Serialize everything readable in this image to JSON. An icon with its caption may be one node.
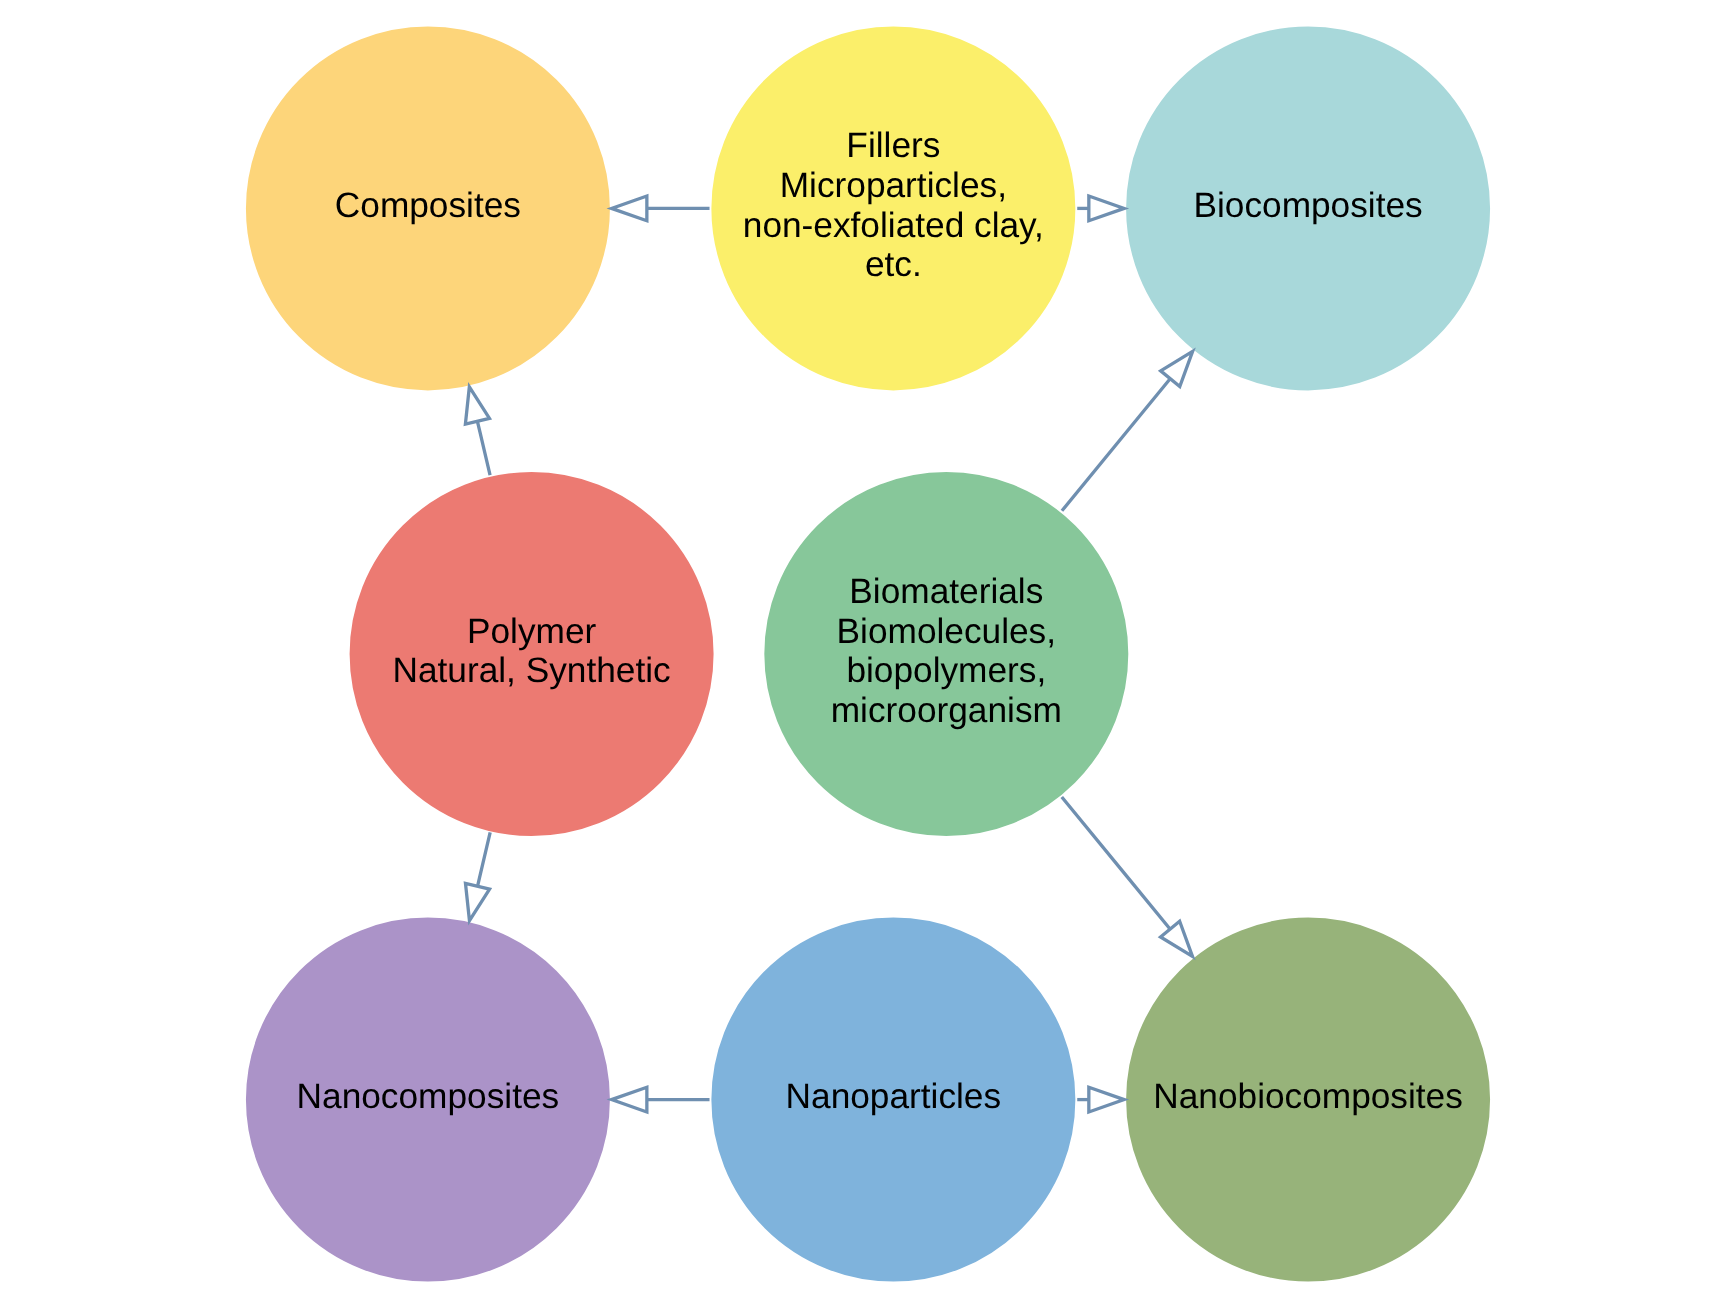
{
  "diagram": {
    "nodes": [
      {
        "text": [
          "Composites"
        ]
      },
      {
        "text": [
          "Fillers",
          "Microparticles, non-exfoliated clay, etc."
        ]
      },
      {
        "text": [
          "Biocomposites"
        ]
      },
      {
        "text": [
          "Polymer",
          "Natural, Synthetic"
        ]
      },
      {
        "text": [
          "Biomaterials",
          "Biomolecules, biopolymers, microorganism"
        ]
      },
      {
        "text": [
          "Nanocomposites"
        ]
      },
      {
        "text": [
          "Nanoparticles"
        ]
      },
      {
        "text": [
          "Nanobiocomposites"
        ]
      }
    ],
    "edges": [
      {
        "from": 3,
        "to": 0,
        "arrow": "to"
      },
      {
        "from": 1,
        "to": 0,
        "arrow": "to"
      },
      {
        "from": 1,
        "to": 2,
        "arrow": "to"
      },
      {
        "from": 4,
        "to": 2,
        "arrow": "to"
      },
      {
        "from": 3,
        "to": 5,
        "arrow": "to"
      },
      {
        "from": 6,
        "to": 5,
        "arrow": "to"
      },
      {
        "from": 6,
        "to": 7,
        "arrow": "to"
      },
      {
        "from": 4,
        "to": 7,
        "arrow": "to"
      }
    ]
  }
}
